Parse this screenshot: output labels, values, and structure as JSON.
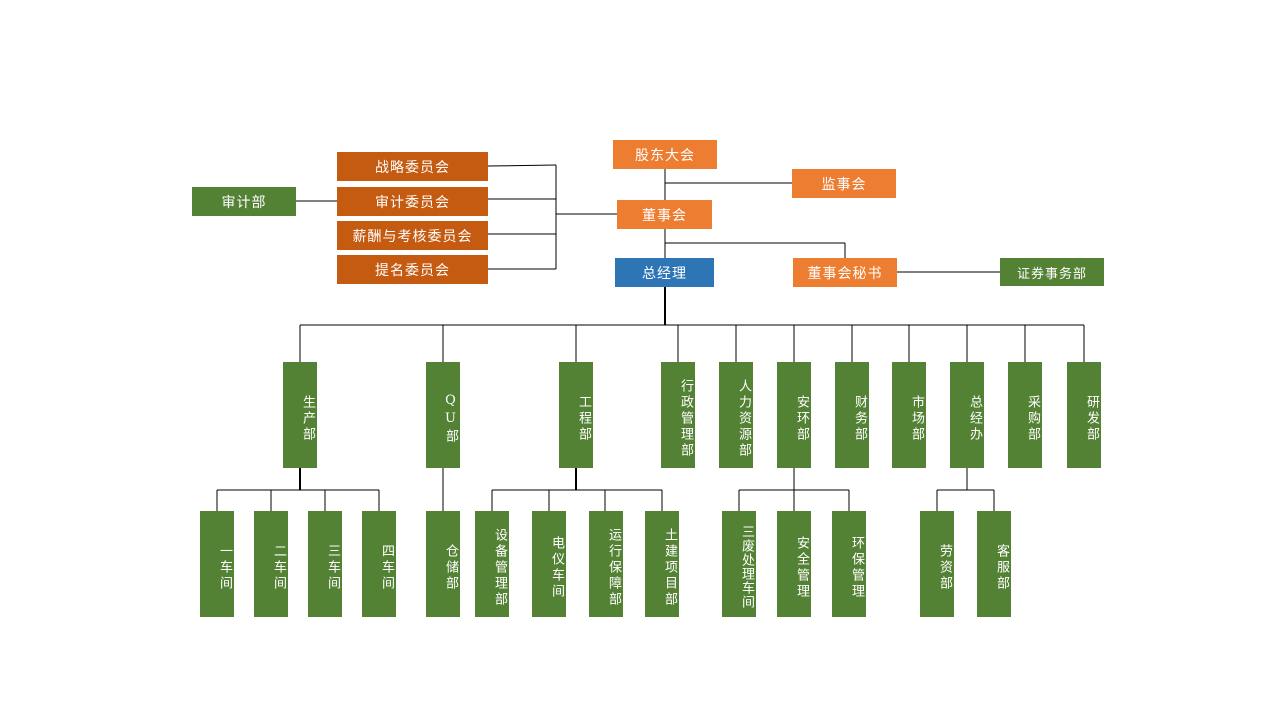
{
  "org_chart": {
    "shareholders": "股东大会",
    "supervisors": "监事会",
    "board": "董事会",
    "board_secretary": "董事会秘书",
    "securities": "证券事务部",
    "ceo": "总经理",
    "audit_dept": "审计部",
    "committees": [
      "战略委员会",
      "审计委员会",
      "薪酬与考核委员会",
      "提名委员会"
    ],
    "departments": [
      "生产部",
      "QU部",
      "工程部",
      "行政管理部",
      "人力资源部",
      "安环部",
      "财务部",
      "市场部",
      "总经办",
      "采购部",
      "研发部"
    ],
    "sub_units": {
      "production": [
        "一车间",
        "二车间",
        "三车间",
        "四车间"
      ],
      "qu": [
        "仓储部"
      ],
      "engineering": [
        "设备管理部",
        "电仪车间",
        "运行保障部",
        "土建项目部"
      ],
      "safety_env": [
        "三废处理车间",
        "安全管理",
        "环保管理"
      ],
      "general_office": [
        "劳资部",
        "客服部"
      ]
    },
    "colors": {
      "orange": "#ed7d31",
      "dark_orange": "#c55a11",
      "green": "#548235",
      "blue": "#2e75b6",
      "line": "#000000"
    }
  }
}
